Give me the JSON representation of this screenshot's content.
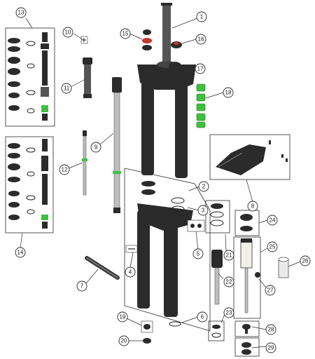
{
  "diagram": {
    "callouts": [
      "1",
      "2",
      "3",
      "4",
      "5",
      "6",
      "7",
      "8",
      "9",
      "10",
      "11",
      "12",
      "13",
      "14",
      "15",
      "16",
      "17",
      "18",
      "19",
      "20",
      "21",
      "22",
      "23",
      "24",
      "25",
      "26",
      "27",
      "28",
      "29"
    ]
  },
  "colors": {
    "part_dark": "#2b2b2b",
    "seal_green": "#3fbf3f",
    "spring_red": "#c23a2a",
    "line": "#2a2a2a"
  }
}
